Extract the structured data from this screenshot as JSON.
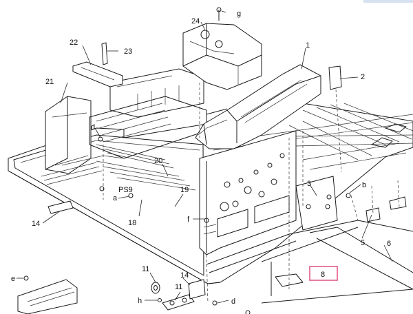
{
  "callouts": {
    "c1": "1",
    "c2": "2",
    "c3": "3",
    "c5": "5",
    "c6": "6",
    "c8": "8",
    "c11a": "11",
    "c11b": "11",
    "c14a": "14",
    "c14b": "14",
    "c18": "18",
    "c19": "19",
    "c20": "20",
    "c21": "21",
    "c22": "22",
    "c23": "23",
    "c24": "24",
    "ca": "a",
    "cb": "b",
    "cd1": "d",
    "cd2": "d",
    "ce": "e",
    "cf": "f",
    "cg": "g",
    "ch": "h",
    "cps9": "PS9"
  },
  "highlight_color": "#e35a8a"
}
